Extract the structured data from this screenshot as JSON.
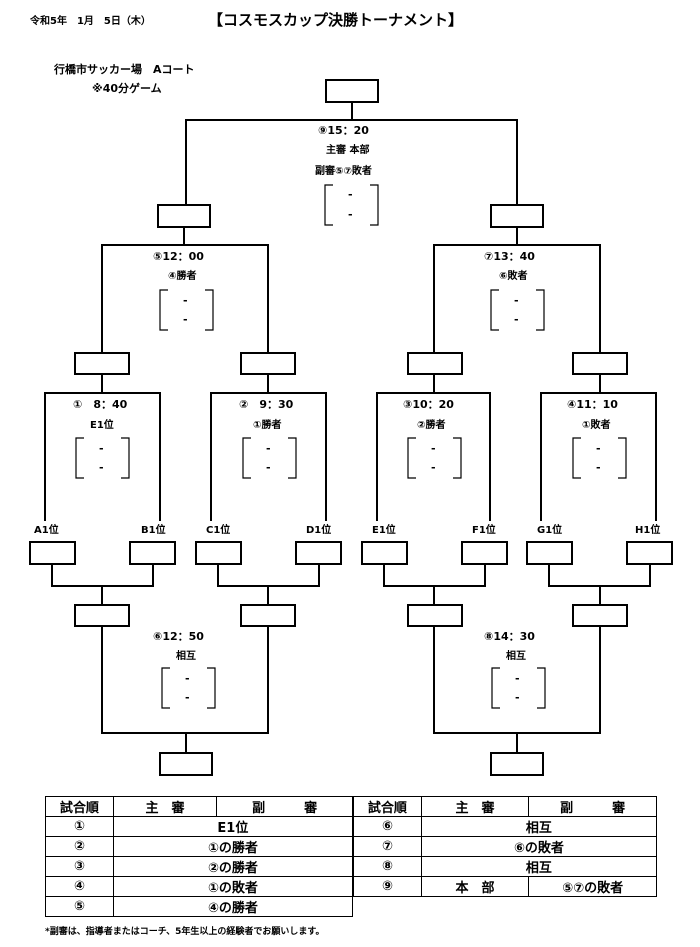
{
  "header": {
    "date": "令和5年　1月　5日（木）",
    "title": "【コスモスカップ決勝トーナメント】",
    "venue": "行橋市サッカー場　Aコート",
    "game_note": "※40分ゲーム"
  },
  "matches": {
    "m9": {
      "time": "⑨15：20",
      "referee_main": "主審 本部",
      "referee_sub": "副審⑤⑦敗者",
      "score_top": "-",
      "score_bottom": "-"
    },
    "m5": {
      "time": "⑤12：00",
      "referee": "④勝者",
      "score_top": "-",
      "score_bottom": "-"
    },
    "m7": {
      "time": "⑦13：40",
      "referee": "⑥敗者",
      "score_top": "-",
      "score_bottom": "-"
    },
    "m1": {
      "time": "①　8：40",
      "referee": "E1位",
      "score_top": "-",
      "score_bottom": "-"
    },
    "m2": {
      "time": "②　9：30",
      "referee": "①勝者",
      "score_top": "-",
      "score_bottom": "-"
    },
    "m3": {
      "time": "③10：20",
      "referee": "②勝者",
      "score_top": "-",
      "score_bottom": "-"
    },
    "m4": {
      "time": "④11：10",
      "referee": "①敗者",
      "score_top": "-",
      "score_bottom": "-"
    },
    "m6": {
      "time": "⑥12：50",
      "referee": "相互",
      "score_top": "-",
      "score_bottom": "-"
    },
    "m8": {
      "time": "⑧14：30",
      "referee": "相互",
      "score_top": "-",
      "score_bottom": "-"
    }
  },
  "seeds": [
    "A1位",
    "B1位",
    "C1位",
    "D1位",
    "E1位",
    "F1位",
    "G1位",
    "H1位"
  ],
  "schedule": {
    "headers": {
      "order": "試合順",
      "main_ref": "主　審",
      "sub_ref": "副　　　審"
    },
    "left": [
      {
        "order": "①",
        "ref": "E1位"
      },
      {
        "order": "②",
        "ref": "①の勝者"
      },
      {
        "order": "③",
        "ref": "②の勝者"
      },
      {
        "order": "④",
        "ref": "①の敗者"
      },
      {
        "order": "⑤",
        "ref": "④の勝者"
      }
    ],
    "right": [
      {
        "order": "⑥",
        "ref": "相互"
      },
      {
        "order": "⑦",
        "ref": "⑥の敗者"
      },
      {
        "order": "⑧",
        "ref": "相互"
      },
      {
        "order": "⑨",
        "main": "本　部",
        "sub": "⑤⑦の敗者"
      }
    ]
  },
  "footnote": "*副審は、指導者またはコーチ、5年生以上の経験者でお願いします。"
}
